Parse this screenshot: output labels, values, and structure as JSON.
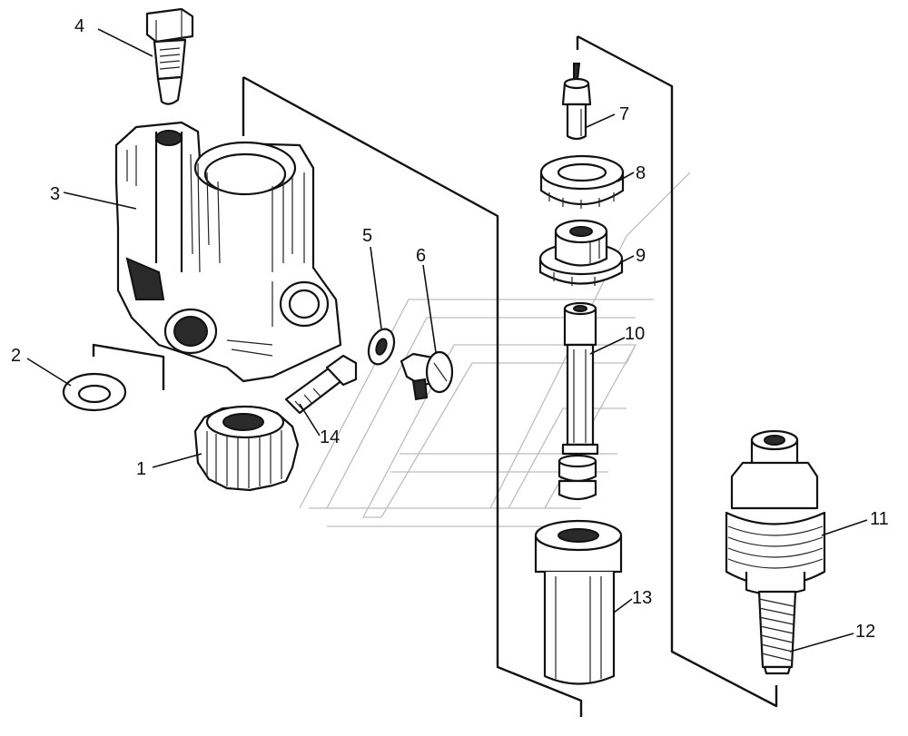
{
  "diagram": {
    "type": "exploded-parts-drawing",
    "parts": [
      {
        "id": "p1",
        "label": "1",
        "icon": "spur-gear-icon"
      },
      {
        "id": "p2",
        "label": "2",
        "icon": "washer-icon"
      },
      {
        "id": "p3",
        "label": "3",
        "icon": "pump-housing-icon"
      },
      {
        "id": "p4",
        "label": "4",
        "icon": "hex-bolt-icon"
      },
      {
        "id": "p5",
        "label": "5",
        "icon": "washer-icon"
      },
      {
        "id": "p6",
        "label": "6",
        "icon": "slotted-plug-icon"
      },
      {
        "id": "p7",
        "label": "7",
        "icon": "needle-valve-icon"
      },
      {
        "id": "p8",
        "label": "8",
        "icon": "ring-icon"
      },
      {
        "id": "p9",
        "label": "9",
        "icon": "valve-seat-icon"
      },
      {
        "id": "p10",
        "label": "10",
        "icon": "plunger-icon"
      },
      {
        "id": "p11",
        "label": "11",
        "icon": "threaded-fitting-icon"
      },
      {
        "id": "p12",
        "label": "12",
        "icon": "spring-icon"
      },
      {
        "id": "p13",
        "label": "13",
        "icon": "bushing-icon"
      },
      {
        "id": "p14",
        "label": "14",
        "icon": "stud-pin-icon"
      }
    ]
  }
}
